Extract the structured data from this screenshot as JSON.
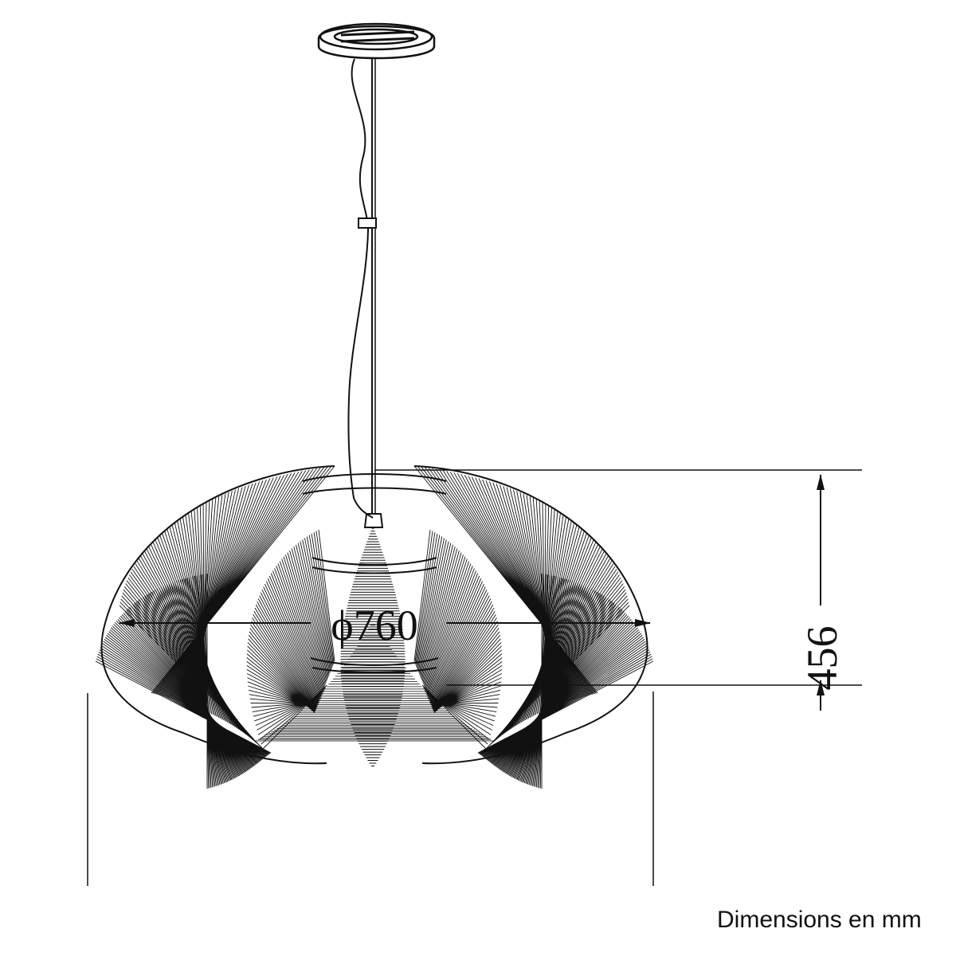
{
  "dimensions": {
    "height_label": "456",
    "width_label": "ϕ760",
    "unit_note": "Dimensions en mm"
  },
  "colors": {
    "line": "#111111",
    "background": "#ffffff"
  }
}
